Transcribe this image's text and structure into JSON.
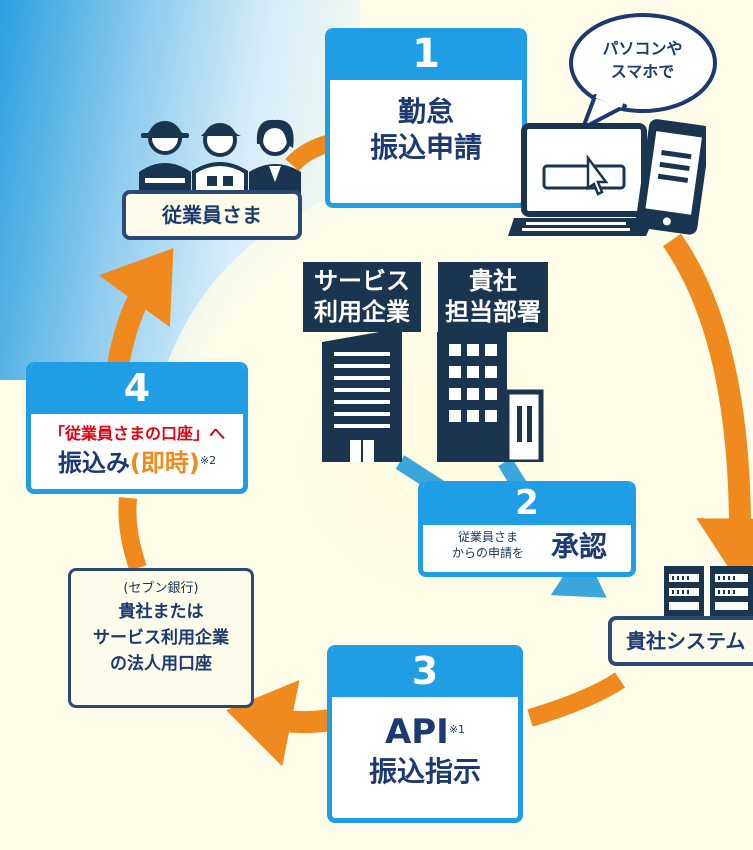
{
  "step1": {
    "number": "1",
    "line1": "勤怠",
    "line2": "振込申請"
  },
  "step2": {
    "number": "2",
    "small_line1": "従業員さま",
    "small_line2": "からの申請を",
    "big": "承認"
  },
  "step3": {
    "number": "3",
    "api": "API",
    "footnote": "※1",
    "line2": "振込指示"
  },
  "step4": {
    "number": "4",
    "red_line": "「従業員さまの口座」へ",
    "blue_part": "振込み",
    "orange_part": "(即時)",
    "footnote": "※2"
  },
  "employees_label": "従業員さま",
  "speech_bubble": {
    "line1": "パソコンや",
    "line2": "スマホで"
  },
  "service_company_label": {
    "line1": "サービス",
    "line2": "利用企業"
  },
  "your_department_label": {
    "line1": "貴社",
    "line2": "担当部署"
  },
  "your_system_label": "貴社システム",
  "bank_account_box": {
    "line1": "(セブン銀行)",
    "line2": "貴社または",
    "line3": "サービス利用企業",
    "line4": "の法人用口座"
  },
  "colors": {
    "blue": "#1f9ee6",
    "navy": "#1c3a72",
    "orange": "#f08a1e",
    "red": "#e60012",
    "dark": "#1a3550",
    "light_blue": "#3aa6dc"
  }
}
